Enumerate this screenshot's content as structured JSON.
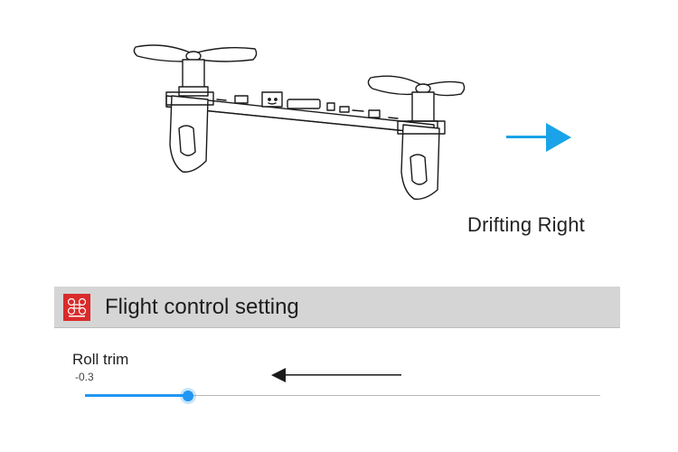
{
  "illustration": {
    "subject": "drone-icon",
    "drift_label": "Drifting Right",
    "drift_arrow_color": "#1aa3e8"
  },
  "settings_bar": {
    "logo": "app-logo-icon",
    "logo_color": "#d92b2b",
    "title": "Flight control setting"
  },
  "roll_trim": {
    "label": "Roll trim",
    "value_text": "-0.3",
    "slider_level": 0.2,
    "accent_color": "#2196f3",
    "hint_arrow": "arrow-left-icon"
  }
}
